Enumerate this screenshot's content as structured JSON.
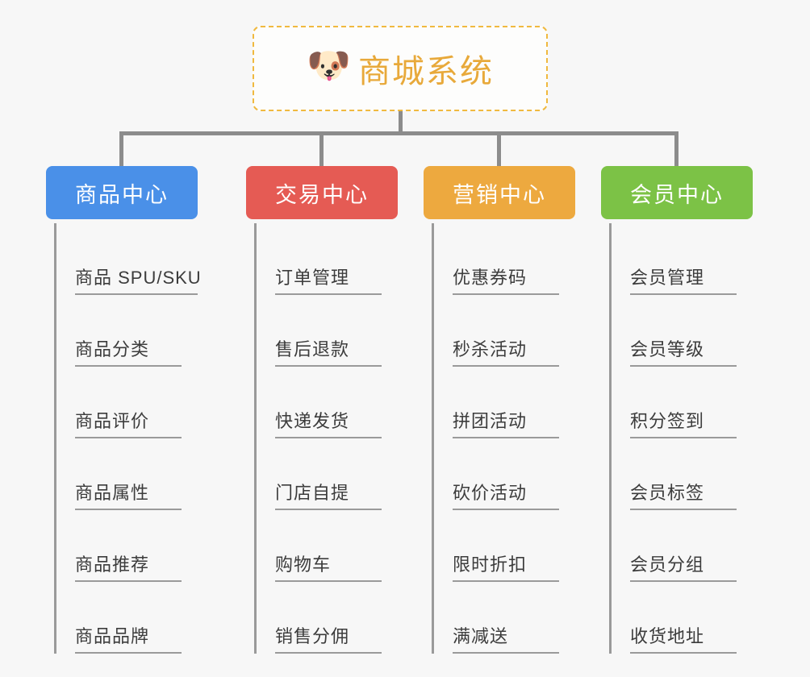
{
  "diagram": {
    "type": "org-tree",
    "background_color": "#f7f7f7",
    "root": {
      "title": "商城系统",
      "icon": "dog-face-icon",
      "icon_glyph": "🐶",
      "border_color": "#f0b93f",
      "text_color": "#e8a93a"
    },
    "connector_color": "#8c8c8c",
    "branches": [
      {
        "id": "product-center",
        "label": "商品中心",
        "color": "#4a90e8",
        "items": [
          "商品 SPU/SKU",
          "商品分类",
          "商品评价",
          "商品属性",
          "商品推荐",
          "商品品牌"
        ]
      },
      {
        "id": "trade-center",
        "label": "交易中心",
        "color": "#e55b54",
        "items": [
          "订单管理",
          "售后退款",
          "快递发货",
          "门店自提",
          "购物车",
          "销售分佣"
        ]
      },
      {
        "id": "marketing-center",
        "label": "营销中心",
        "color": "#eda93f",
        "items": [
          "优惠券码",
          "秒杀活动",
          "拼团活动",
          "砍价活动",
          "限时折扣",
          "满减送"
        ]
      },
      {
        "id": "member-center",
        "label": "会员中心",
        "color": "#7cc246",
        "items": [
          "会员管理",
          "会员等级",
          "积分签到",
          "会员标签",
          "会员分组",
          "收货地址"
        ]
      }
    ]
  }
}
